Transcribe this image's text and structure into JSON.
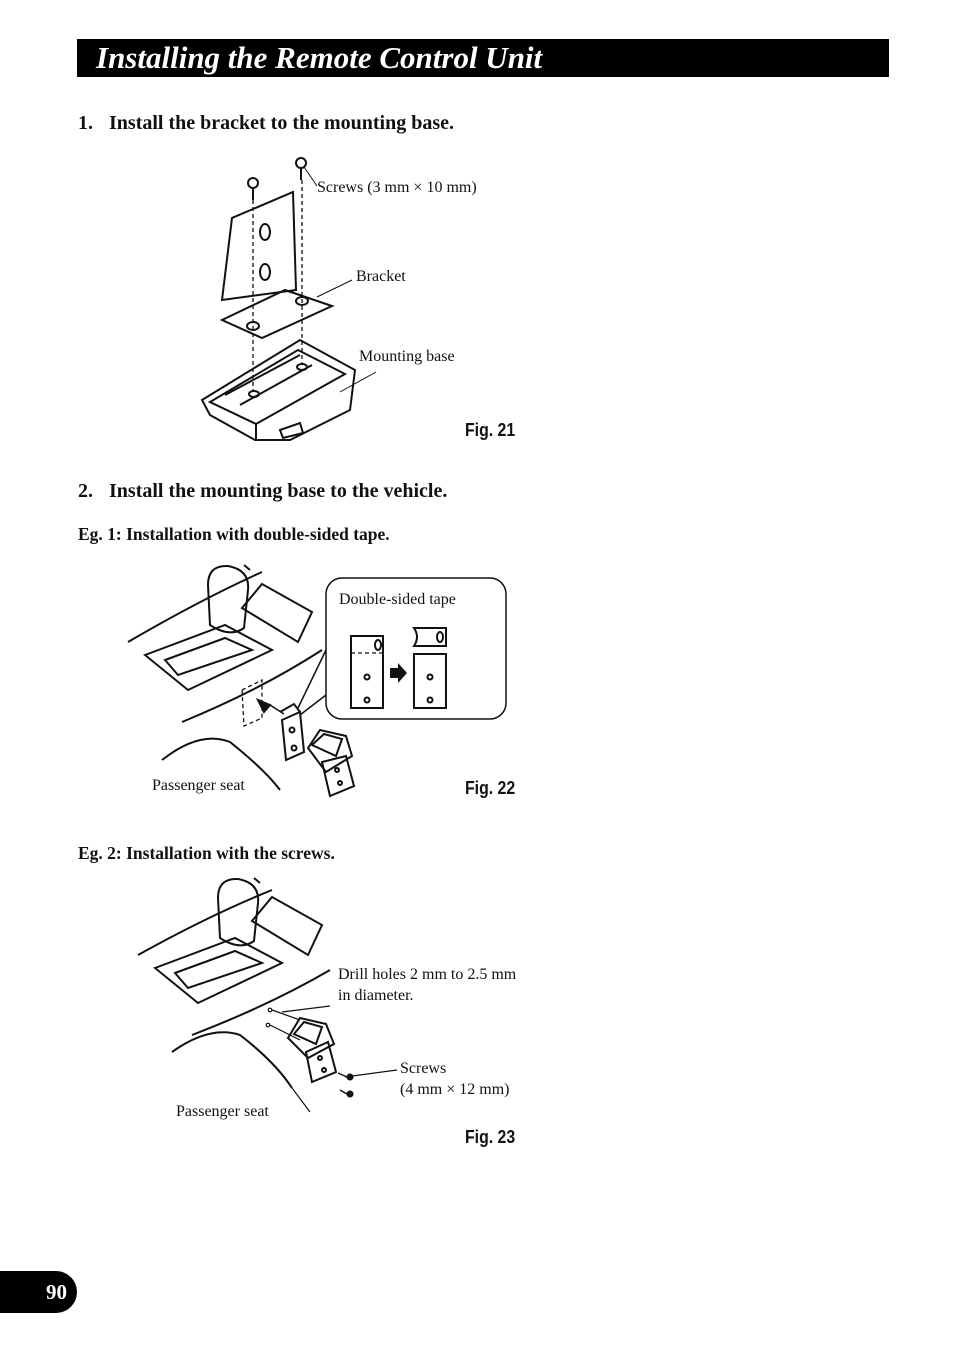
{
  "header": {
    "title": "Installing the Remote Control Unit"
  },
  "steps": [
    {
      "number": "1.",
      "text": "Install the bracket to the mounting base."
    },
    {
      "number": "2.",
      "text": "Install the mounting base to the vehicle."
    }
  ],
  "fig21": {
    "label": "Fig. 21",
    "callouts": {
      "screws": "Screws (3 mm × 10 mm)",
      "bracket": "Bracket",
      "mounting_base": "Mounting base"
    }
  },
  "eg1": {
    "heading": "Eg. 1: Installation with double-sided tape."
  },
  "fig22": {
    "label": "Fig. 22",
    "callouts": {
      "double_sided_tape": "Double-sided tape",
      "passenger_seat": "Passenger seat"
    }
  },
  "eg2": {
    "heading": "Eg. 2: Installation with the screws."
  },
  "fig23": {
    "label": "Fig. 23",
    "callouts": {
      "drill_line1": "Drill holes 2 mm to 2.5 mm",
      "drill_line2": "in diameter.",
      "screws_line1": "Screws",
      "screws_line2": "(4 mm × 12 mm)",
      "passenger_seat": "Passenger seat"
    }
  },
  "footer": {
    "page_number": "90"
  }
}
